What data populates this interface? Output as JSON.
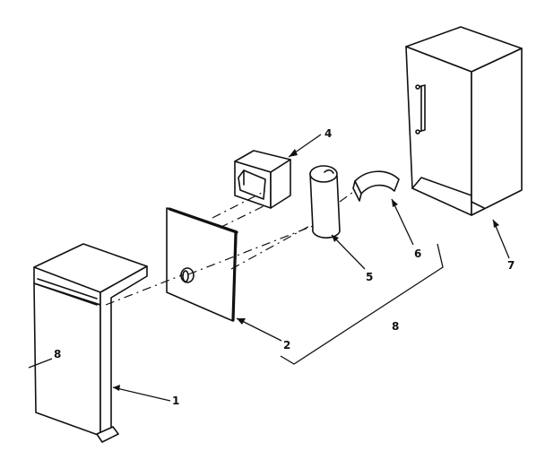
{
  "callouts": {
    "c1": "1",
    "c2": "2",
    "c4": "4",
    "c5": "5",
    "c6": "6",
    "c7": "7",
    "c8a": "8",
    "c8b": "8"
  },
  "colors": {
    "ink": "#111111",
    "background": "#ffffff"
  }
}
